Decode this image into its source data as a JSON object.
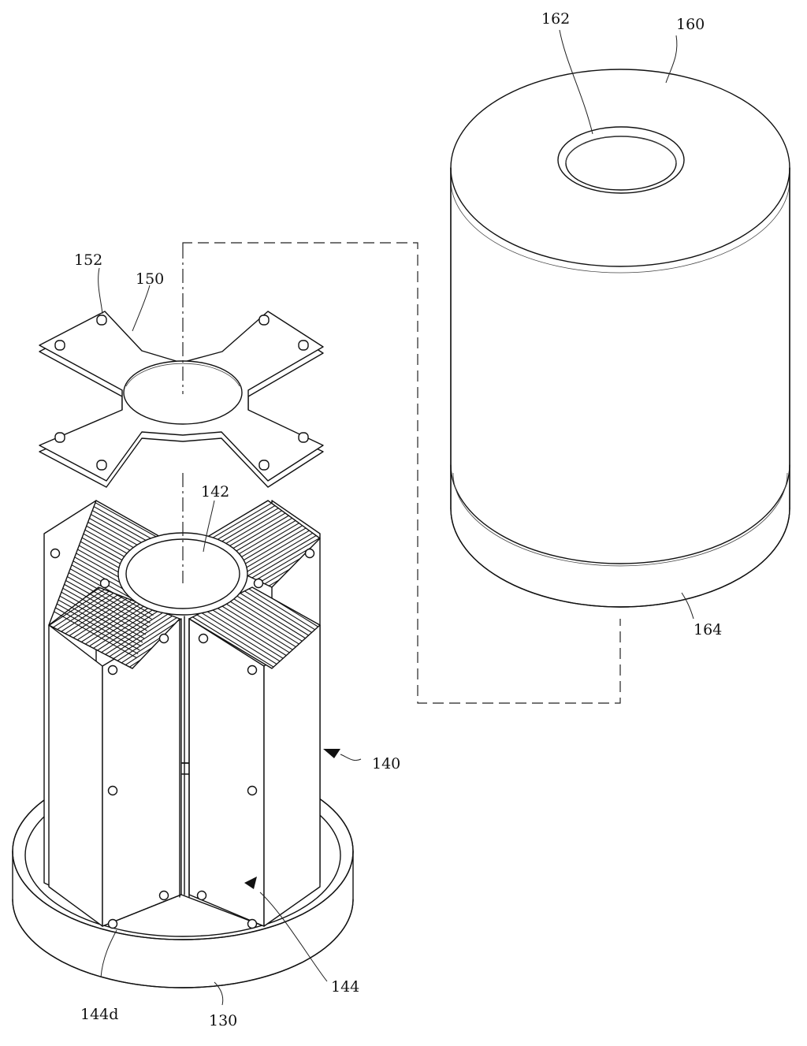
{
  "labels": {
    "l130": "130",
    "l140": "140",
    "l142": "142",
    "l144": "144",
    "l144d": "144d",
    "l150": "150",
    "l152": "152",
    "l160": "160",
    "l162": "162",
    "l164": "164"
  },
  "colors": {
    "line": "#111111",
    "background": "#ffffff"
  }
}
